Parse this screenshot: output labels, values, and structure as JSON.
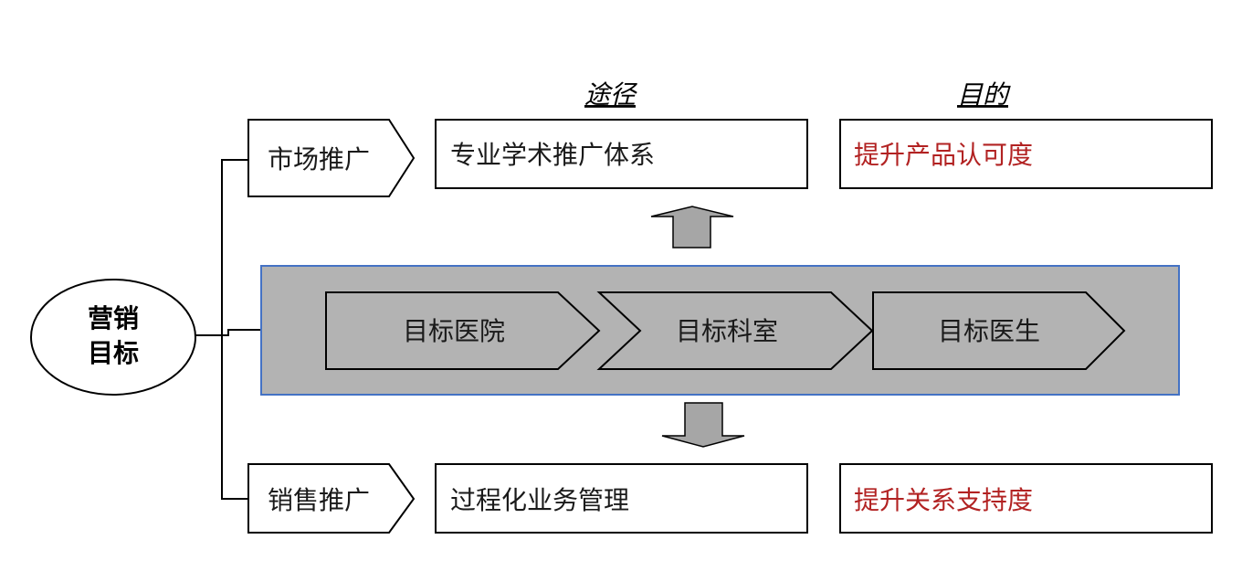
{
  "goal": {
    "line1": "营销",
    "line2": "目标"
  },
  "headers": {
    "approach": "途径",
    "purpose": "目的"
  },
  "top_row": {
    "category": "市场推广",
    "approach": "专业学术推广体系",
    "purpose": "提升产品认可度"
  },
  "bottom_row": {
    "category": "销售推广",
    "approach": "过程化业务管理",
    "purpose": "提升关系支持度"
  },
  "targets": {
    "hospital": "目标医院",
    "department": "目标科室",
    "doctor": "目标医生"
  },
  "colors": {
    "purpose_text": "#b22222",
    "band_fill": "#b3b3b3",
    "band_border": "#4472c4",
    "arrow_fill": "#a6a6a6"
  }
}
